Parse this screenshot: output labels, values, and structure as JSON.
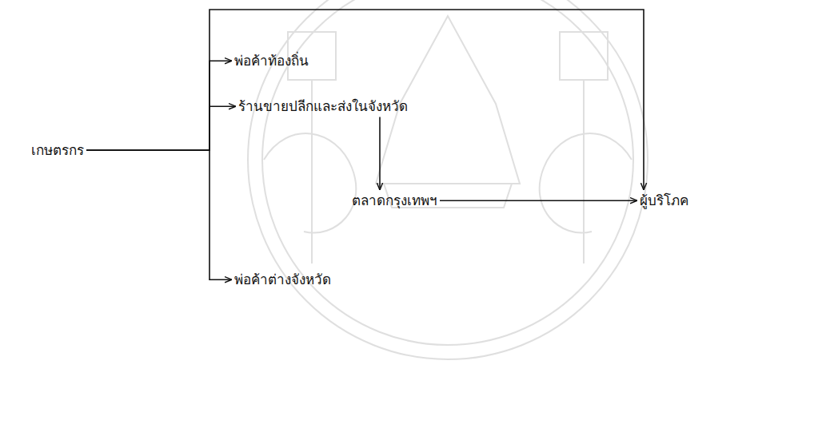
{
  "diagram": {
    "nodes": [
      {
        "text": [
          "เกษตรกร"
        ]
      },
      {
        "text": [
          "พ่อค้าท้องถิ่น"
        ]
      },
      {
        "text": [
          "ร้านขายปลีกและส่งในจังหวัด"
        ]
      },
      {
        "text": [
          "ตลาดกรุงเทพฯ"
        ]
      },
      {
        "text": [
          "ผู้บริโภค"
        ]
      },
      {
        "text": [
          "พ่อค้าต่างจังหวัด"
        ]
      }
    ],
    "edges": [
      {
        "from": 0,
        "to": 4,
        "arrow": "to"
      },
      {
        "from": 0,
        "to": 1,
        "arrow": "to"
      },
      {
        "from": 0,
        "to": 2,
        "arrow": "to"
      },
      {
        "from": 2,
        "to": 3,
        "arrow": "to"
      },
      {
        "from": 3,
        "to": 4,
        "arrow": "to"
      },
      {
        "from": 0,
        "to": 5,
        "arrow": "to"
      }
    ]
  }
}
